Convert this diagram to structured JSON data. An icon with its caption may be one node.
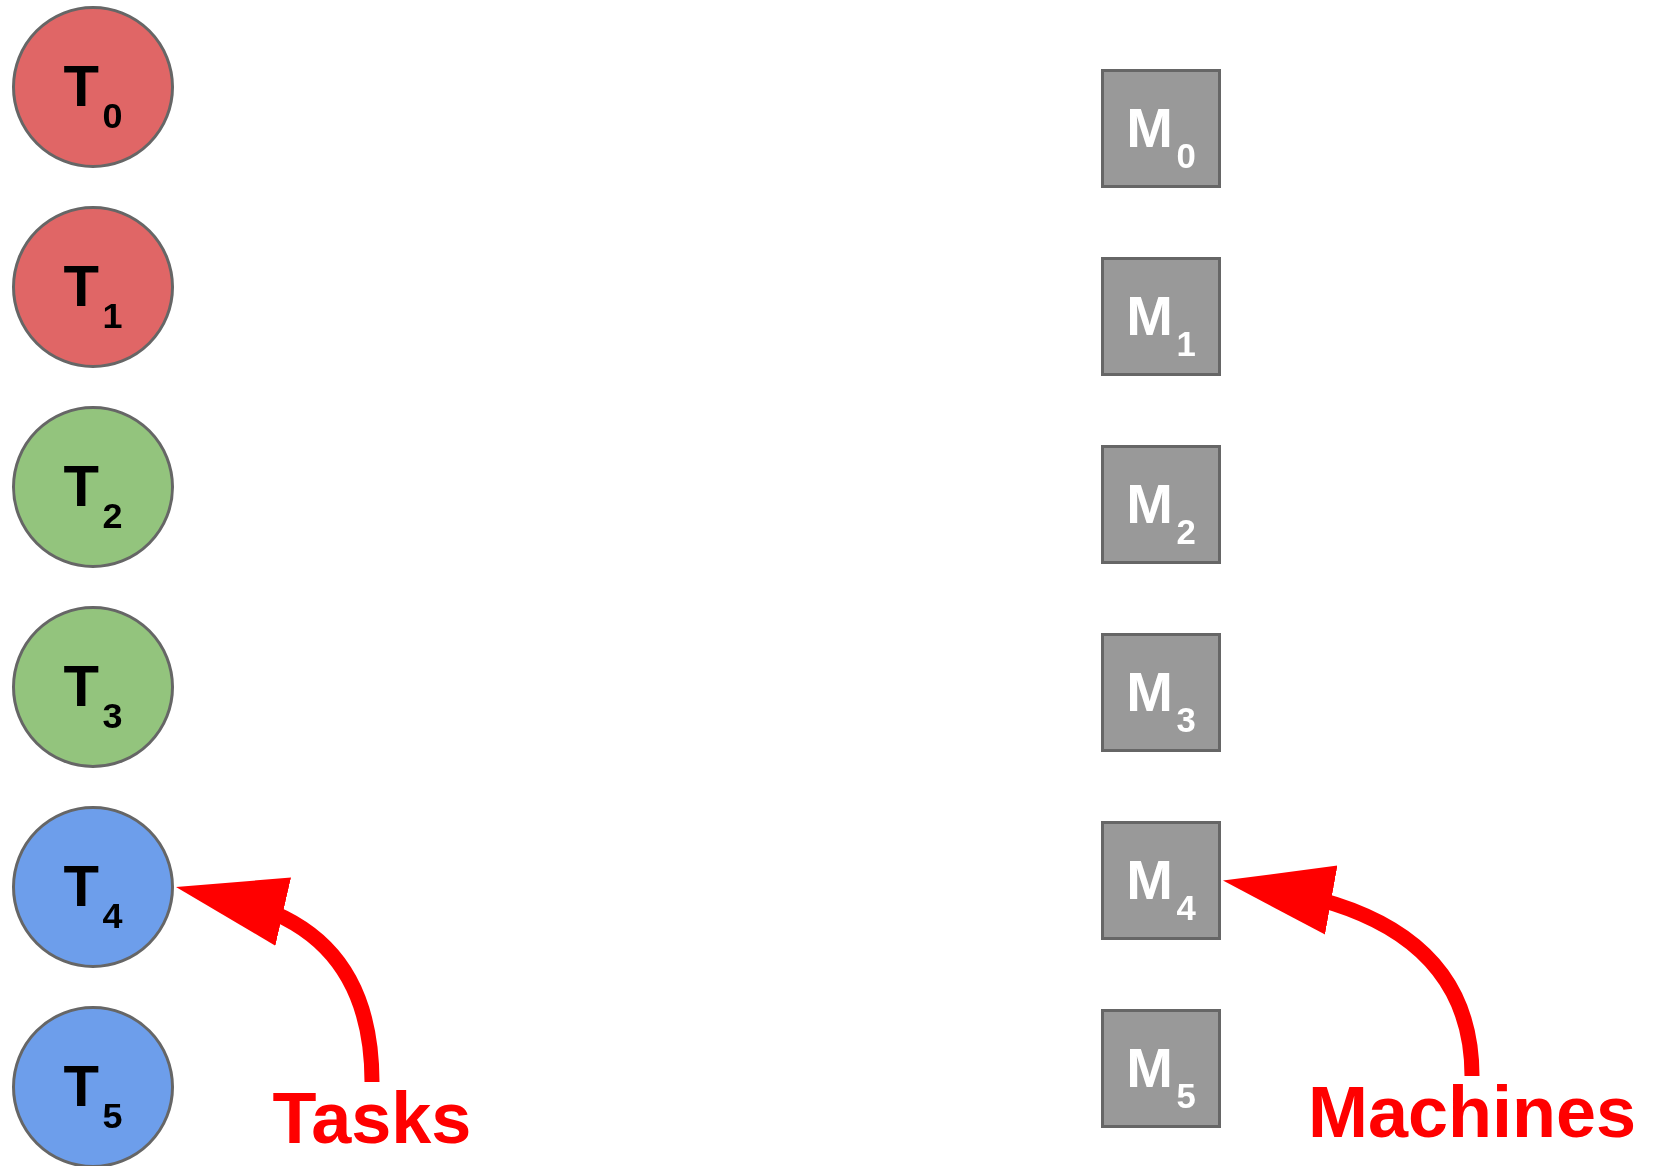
{
  "diagram": {
    "nodes": [
      {
        "text": [
          "T$_{0}$"
        ]
      },
      {
        "text": [
          "T$_{1}$"
        ]
      },
      {
        "text": [
          "T$_{2}$"
        ]
      },
      {
        "text": [
          "T$_{3}$"
        ]
      },
      {
        "text": [
          "T$_{4}$"
        ]
      },
      {
        "text": [
          "T$_{5}$"
        ]
      },
      {
        "text": [
          "M$_{0}$"
        ]
      },
      {
        "text": [
          "M$_{1}$"
        ]
      },
      {
        "text": [
          "M$_{2}$"
        ]
      },
      {
        "text": [
          "M$_{3}$"
        ]
      },
      {
        "text": [
          "M$_{4}$"
        ]
      },
      {
        "text": [
          "M$_{5}$"
        ]
      },
      {
        "text": [
          "Tasks"
        ]
      },
      {
        "text": [
          "Machines"
        ]
      }
    ],
    "edges": [
      {
        "from": 12,
        "to": 4,
        "arrow": "to"
      },
      {
        "from": 13,
        "to": 10,
        "arrow": "to"
      }
    ]
  }
}
